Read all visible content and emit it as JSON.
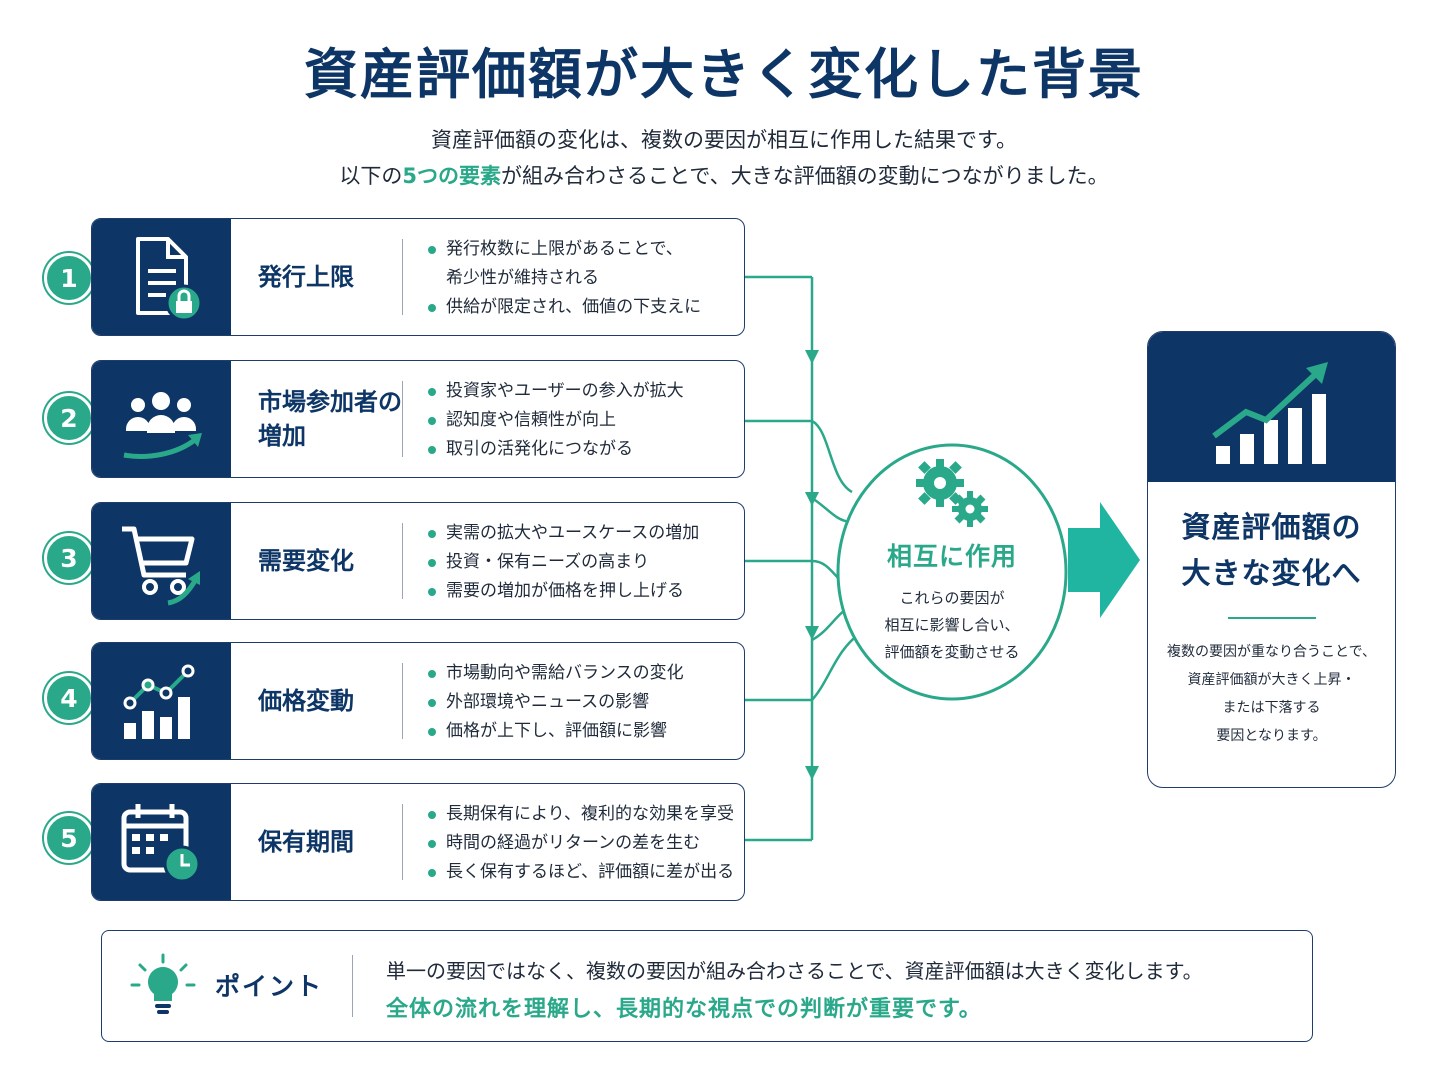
{
  "title": "資産評価額が大きく変化した背景",
  "subtitle": {
    "line1": "資産評価額の変化は、複数の要因が相互に作用した結果です。",
    "line2_pre": "以下の",
    "line2_accent": "5つの要素",
    "line2_post": "が組み合わさることで、大きな評価額の変動につながりました。"
  },
  "factors": [
    {
      "number": "1",
      "icon": "document-lock-icon",
      "name": "発行上限",
      "bullets": [
        "発行枚数に上限があることで、",
        "希少性が維持される",
        "供給が限定され、価値の下支えに"
      ]
    },
    {
      "number": "2",
      "icon": "people-arrow-icon",
      "name": "市場参加者の増加",
      "bullets": [
        "投資家やユーザーの参入が拡大",
        "認知度や信頼性が向上",
        "取引の活発化につながる"
      ]
    },
    {
      "number": "3",
      "icon": "cart-arrow-icon",
      "name": "需要変化",
      "bullets": [
        "実需の拡大やユースケースの増加",
        "投資・保有ニーズの高まり",
        "需要の増加が価格を押し上げる"
      ]
    },
    {
      "number": "4",
      "icon": "bar-line-chart-icon",
      "name": "価格変動",
      "bullets": [
        "市場動向や需給バランスの変化",
        "外部環境やニュースの影響",
        "価格が上下し、評価額に影響"
      ]
    },
    {
      "number": "5",
      "icon": "calendar-clock-icon",
      "name": "保有期間",
      "bullets": [
        "長期保有により、複利的な効果を享受",
        "時間の経過がリターンの差を生む",
        "長く保有するほど、評価額に差が出る"
      ]
    }
  ],
  "center": {
    "icon": "gears-icon",
    "title": "相互に作用",
    "desc": [
      "これらの要因が",
      "相互に影響し合い、",
      "評価額を変動させる"
    ]
  },
  "result": {
    "icon": "growth-chart-icon",
    "title": [
      "資産評価額の",
      "大きな変化へ"
    ],
    "desc": [
      "複数の要因が重なり合うことで、",
      "資産評価額が大きく上昇・",
      "または下落する",
      "要因となります。"
    ]
  },
  "point": {
    "icon": "lightbulb-icon",
    "label": "ポイント",
    "text1": "単一の要因ではなく、複数の要因が組み合わさることで、資産評価額は大きく変化します。",
    "text2": "全体の流れを理解し、長期的な視点での判断が重要です。"
  },
  "colors": {
    "navy": "#0d3566",
    "teal": "#2aa88a",
    "arrow": "#1fb5a0"
  }
}
